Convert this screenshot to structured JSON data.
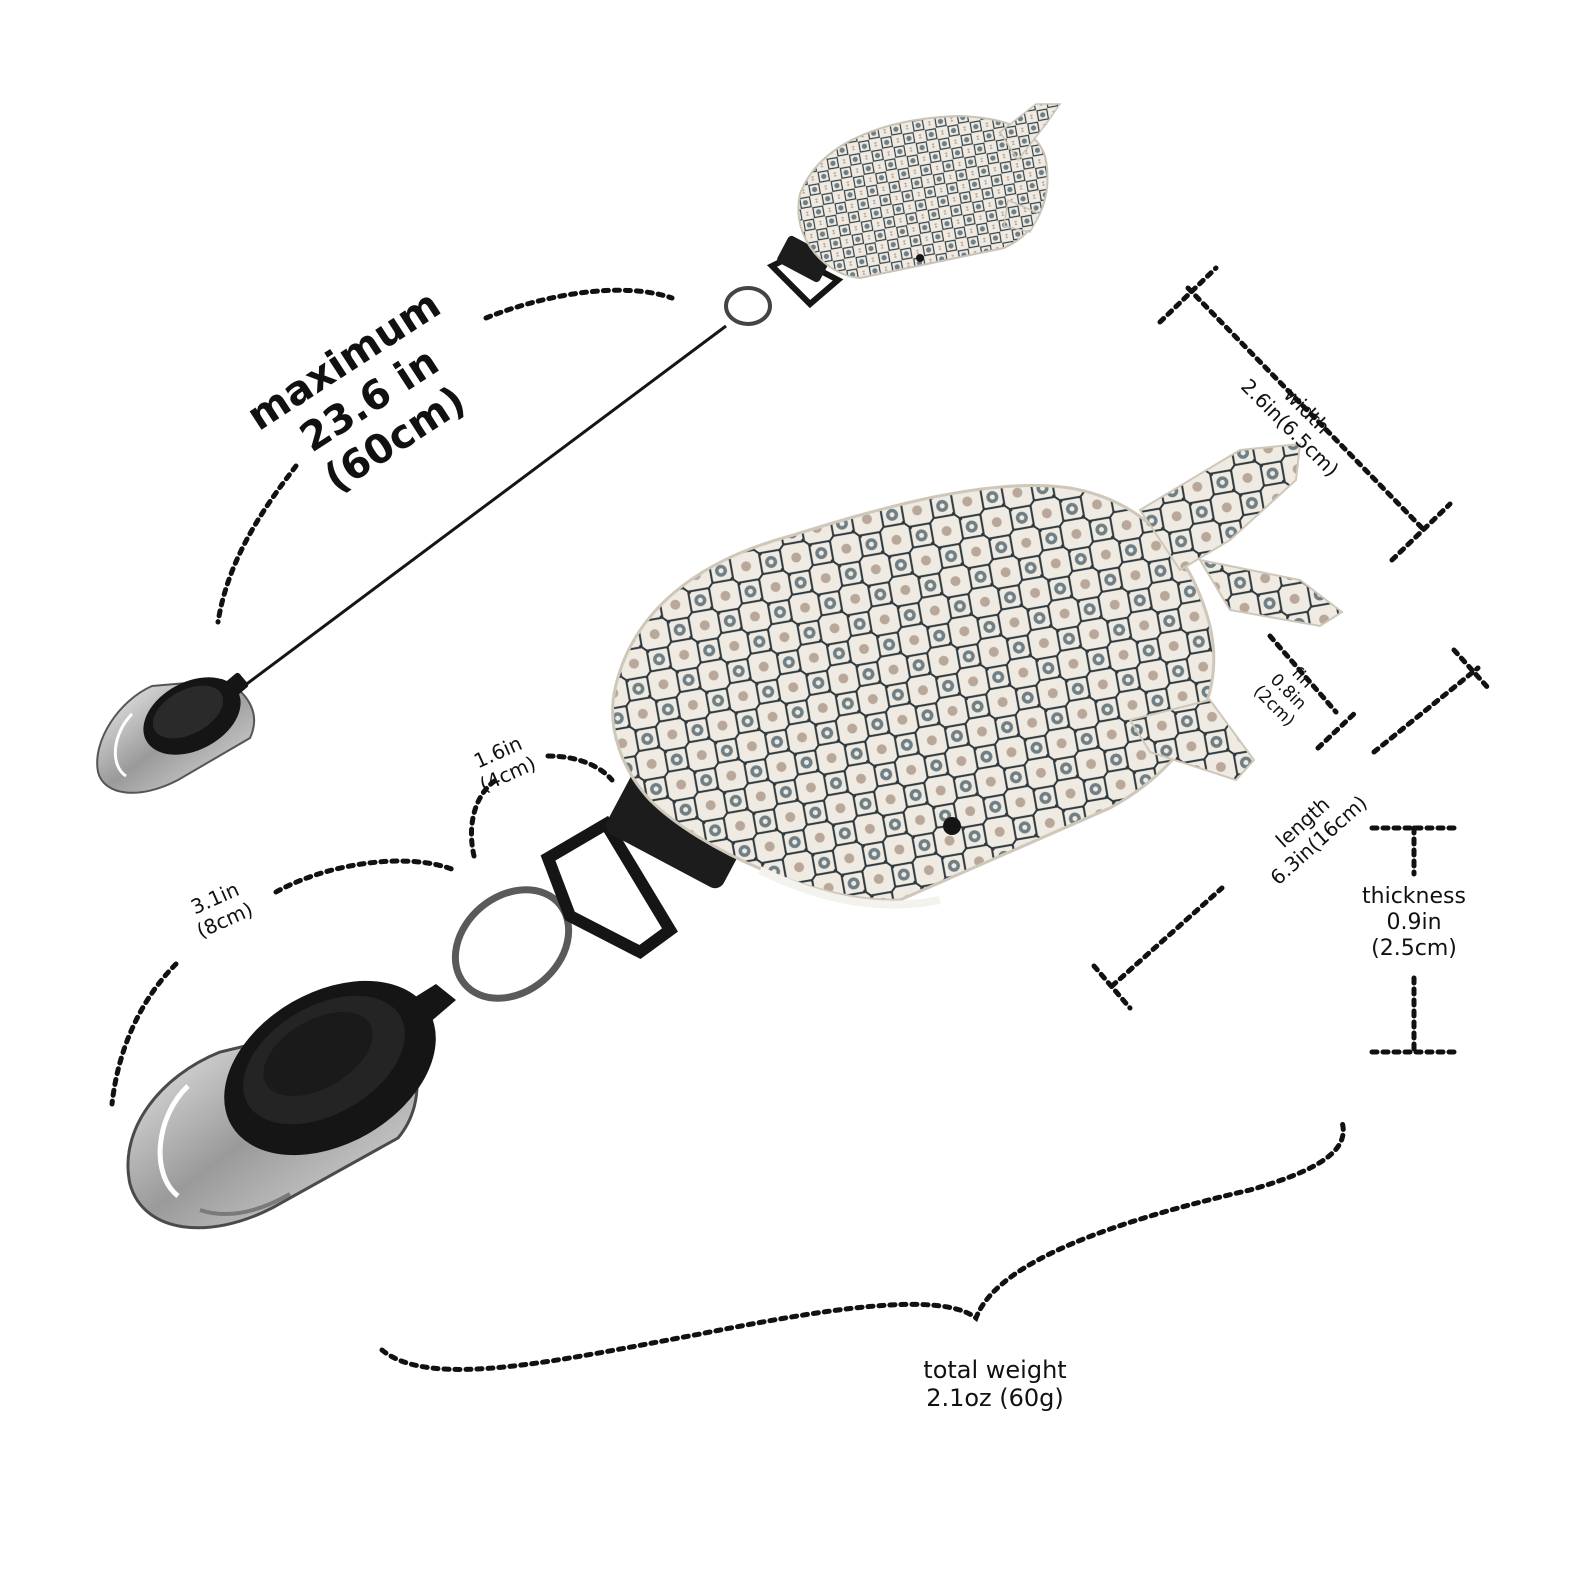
{
  "labels": {
    "max_length": {
      "line1": "maximum",
      "line2": "23.6 in",
      "line3": "(60cm)"
    },
    "width": {
      "name": "width",
      "value": "2.6in(6.5cm)"
    },
    "fin": {
      "name": "fin",
      "value_in": "0.8in",
      "value_cm": "(2cm)"
    },
    "length": {
      "name": "length",
      "value": "6.3in(16cm)"
    },
    "thickness": {
      "name": "thickness",
      "value_in": "0.9in",
      "value_cm": "(2.5cm)"
    },
    "hook_size": {
      "value_in": "1.6in",
      "value_cm": "(4cm)"
    },
    "reel_size": {
      "value_in": "3.1in",
      "value_cm": "(8cm)"
    },
    "total_weight": {
      "name": "total weight",
      "value": "2.1oz (60g)"
    }
  },
  "colors": {
    "ink": "#111111",
    "pattern_dark": "#2f3a40",
    "pattern_mid": "#6f7f86",
    "pattern_beige": "#b9a89a",
    "fabric_base": "#efebe2",
    "reel_black": "#151515",
    "metal": "#c9c9c9"
  }
}
